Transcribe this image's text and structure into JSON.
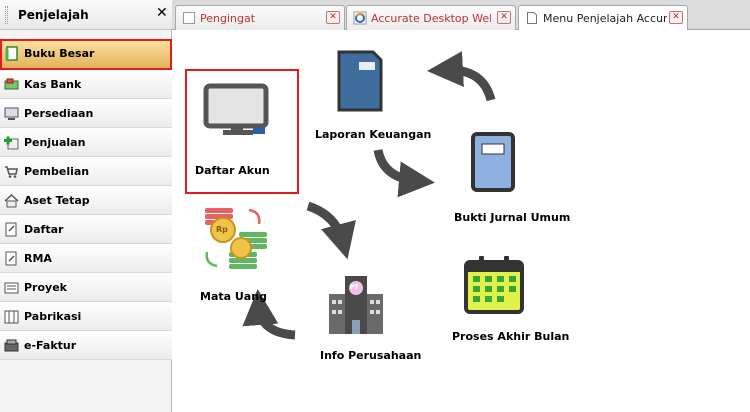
{
  "sidebar": {
    "title": "Penjelajah",
    "close_glyph": "✕",
    "items": [
      {
        "label": "Buku Besar",
        "icon": "ledger-icon",
        "active": true
      },
      {
        "label": "Kas Bank",
        "icon": "cash-bank-icon"
      },
      {
        "label": "Persediaan",
        "icon": "inventory-icon"
      },
      {
        "label": "Penjualan",
        "icon": "sales-icon"
      },
      {
        "label": "Pembelian",
        "icon": "cart-icon"
      },
      {
        "label": "Aset Tetap",
        "icon": "house-icon"
      },
      {
        "label": "Daftar",
        "icon": "list-doc-icon"
      },
      {
        "label": "RMA",
        "icon": "rma-icon"
      },
      {
        "label": "Proyek",
        "icon": "project-icon"
      },
      {
        "label": "Pabrikasi",
        "icon": "factory-icon"
      },
      {
        "label": "e-Faktur",
        "icon": "efaktur-icon"
      }
    ]
  },
  "tabs": [
    {
      "label": "Pengingat",
      "icon": "reminder-tab-icon",
      "active": false
    },
    {
      "label": "Accurate Desktop Welcome...",
      "icon": "browser-icon",
      "active": false
    },
    {
      "label": "Menu Penjelajah Accur...",
      "icon": "page-tab-icon",
      "active": true
    }
  ],
  "tab_close_glyph": "✕",
  "diagram": {
    "nodes": {
      "daftar_akun": "Daftar Akun",
      "laporan_keuangan": "Laporan Keuangan",
      "bukti_jurnal_umum": "Bukti Jurnal Umum",
      "proses_akhir_bulan": "Proses Akhir Bulan",
      "info_perusahaan": "Info Perusahaan",
      "mata_uang": "Mata Uang"
    },
    "building_badge": "PT",
    "coin_text": "Rp"
  },
  "colors": {
    "highlight_border": "#e11d1d",
    "active_item_top": "#f9dfa0",
    "active_item_bottom": "#e3b25a",
    "arrow": "#4a4a4a",
    "report_blue": "#3f6e9e",
    "journal_blue": "#8fb1e0",
    "calendar_green": "#e3f24a"
  }
}
